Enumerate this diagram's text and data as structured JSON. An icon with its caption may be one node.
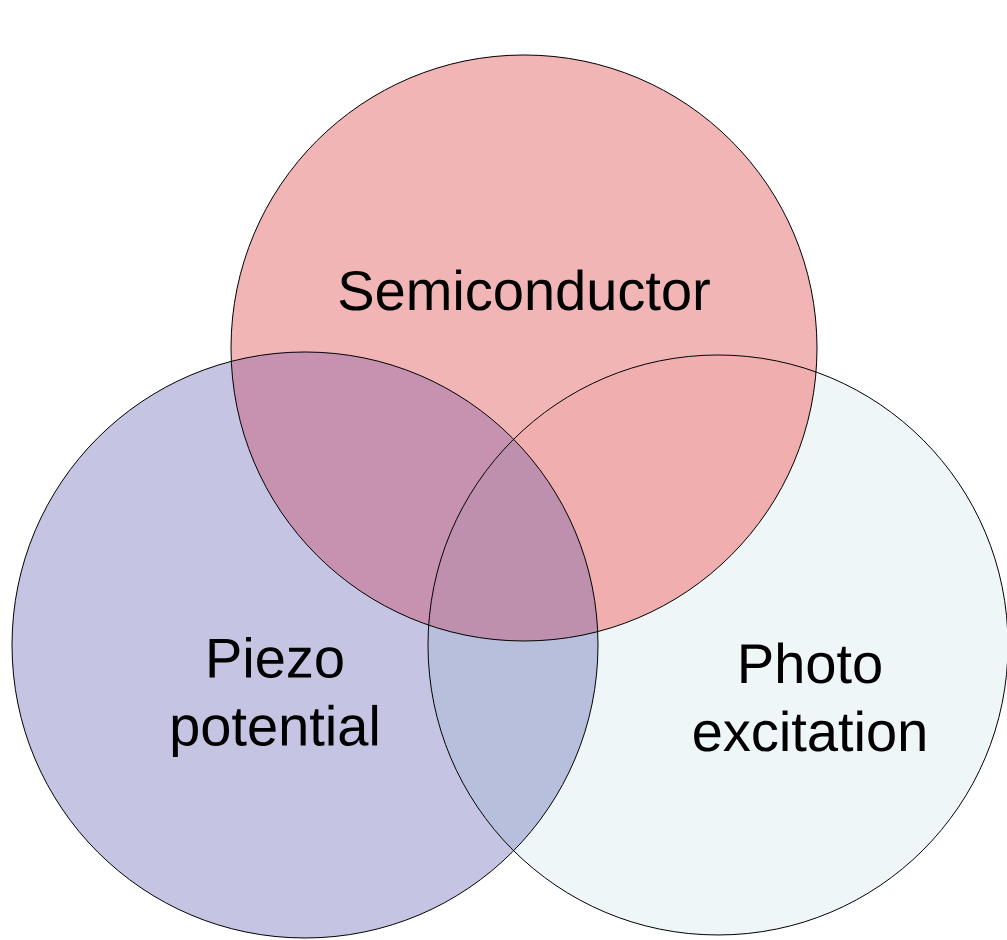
{
  "diagram": {
    "nodes": [
      {
        "text": [
          "Semiconductor"
        ]
      },
      {
        "text": [
          "Piezo potential"
        ]
      },
      {
        "text": [
          "Photo excitation"
        ]
      }
    ]
  }
}
